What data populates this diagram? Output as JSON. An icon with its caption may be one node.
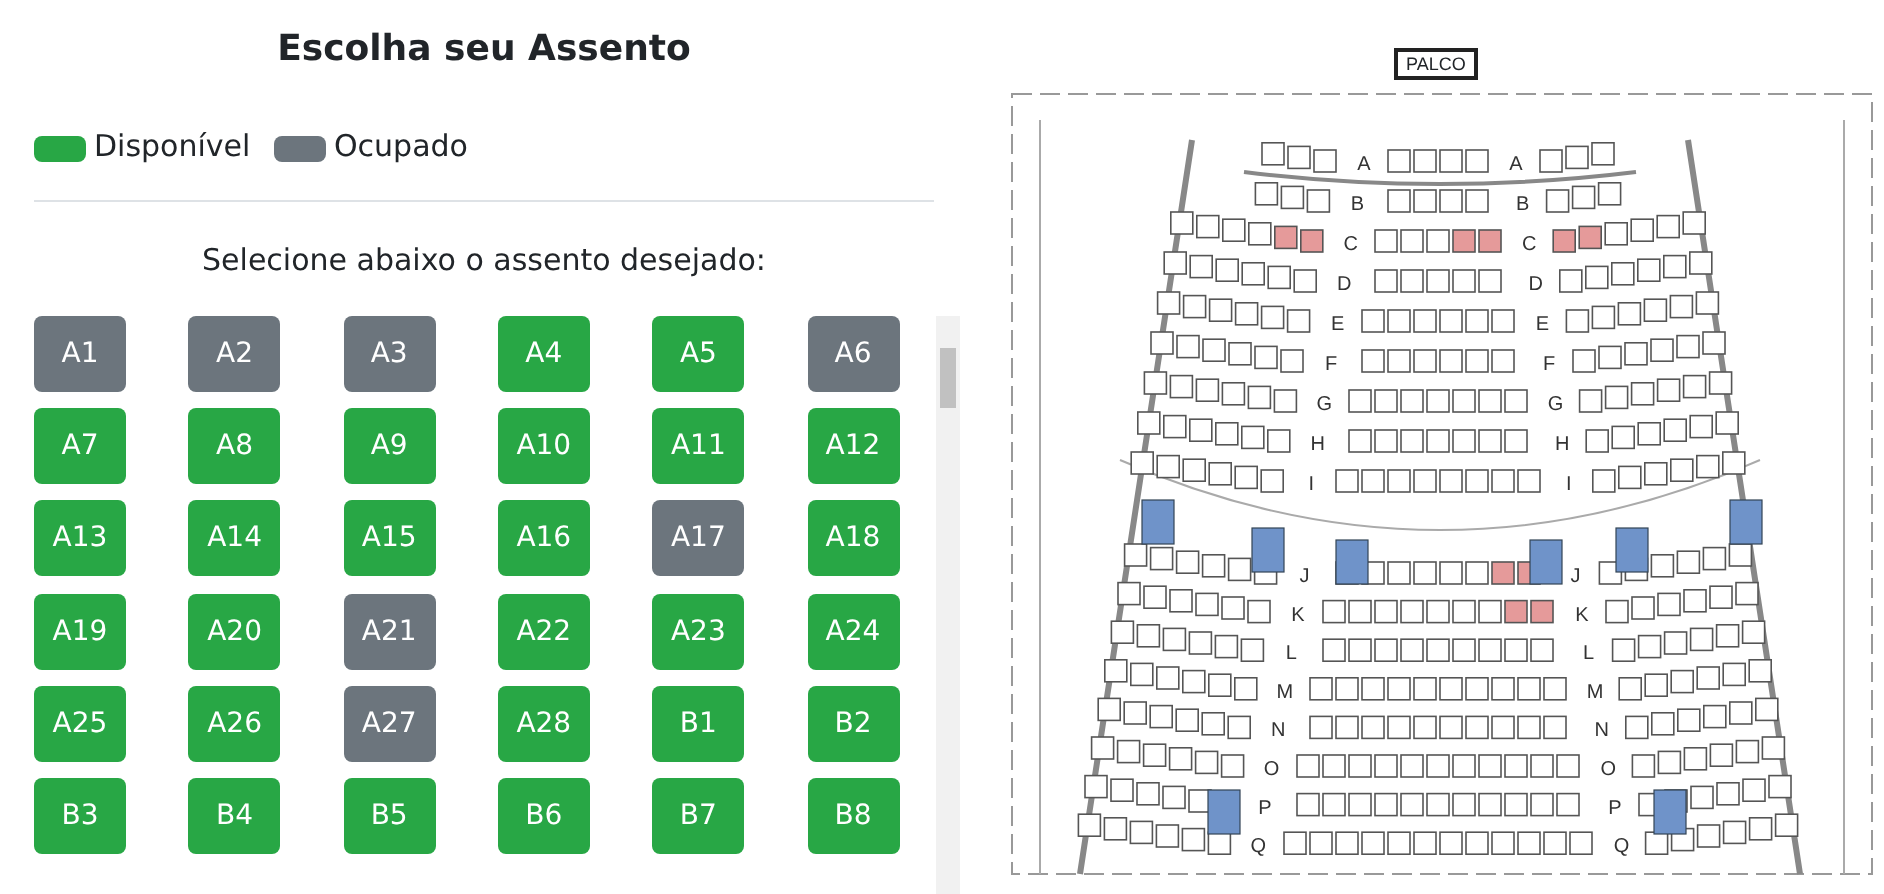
{
  "diagram": {
    "title": "Escolha seu Assento",
    "nodes": [
      {
        "text": [
          "A1"
        ]
      },
      {
        "text": [
          "A2"
        ]
      },
      {
        "text": [
          "A3"
        ]
      },
      {
        "text": [
          "A4"
        ]
      },
      {
        "text": [
          "A5"
        ]
      },
      {
        "text": [
          "A6"
        ]
      },
      {
        "text": [
          "A7"
        ]
      },
      {
        "text": [
          "A8"
        ]
      },
      {
        "text": [
          "A9"
        ]
      },
      {
        "text": [
          "A10"
        ]
      },
      {
        "text": [
          "A11"
        ]
      },
      {
        "text": [
          "A12"
        ]
      },
      {
        "text": [
          "A13"
        ]
      },
      {
        "text": [
          "A14"
        ]
      },
      {
        "text": [
          "A15"
        ]
      },
      {
        "text": [
          "A16"
        ]
      },
      {
        "text": [
          "A17"
        ]
      },
      {
        "text": [
          "A18"
        ]
      },
      {
        "text": [
          "A19"
        ]
      },
      {
        "text": [
          "A20"
        ]
      },
      {
        "text": [
          "A21"
        ]
      },
      {
        "text": [
          "A22"
        ]
      },
      {
        "text": [
          "A23"
        ]
      },
      {
        "text": [
          "A24"
        ]
      },
      {
        "text": [
          "A25"
        ]
      },
      {
        "text": [
          "A26"
        ]
      },
      {
        "text": [
          "A27"
        ]
      },
      {
        "text": [
          "A28"
        ]
      },
      {
        "text": [
          "B1"
        ]
      },
      {
        "text": [
          "B2"
        ]
      },
      {
        "text": [
          "B3"
        ]
      },
      {
        "text": [
          "B4"
        ]
      },
      {
        "text": [
          "B5"
        ]
      },
      {
        "text": [
          "B6"
        ]
      },
      {
        "text": [
          "B7"
        ]
      },
      {
        "text": [
          "B8"
        ]
      },
      {
        "text": [],
        "shape": "picture"
      }
    ],
    "labels": [
      "Selecione abaixo o assento desejado:",
      "PALCO",
      "A",
      "A",
      "B",
      "B",
      "C",
      "C",
      "D",
      "D",
      "E",
      "E",
      "F",
      "F",
      "G",
      "G",
      "H",
      "H",
      "I",
      "I",
      "J",
      "J",
      "K",
      "K",
      "L",
      "L",
      "M",
      "M",
      "N",
      "N",
      "O",
      "O",
      "P",
      "P",
      "Q",
      "Q"
    ],
    "legend": [
      {
        "text": "Disponível",
        "color": "#28a745"
      },
      {
        "text": "Ocupado",
        "color": "#6c757d"
      }
    ]
  }
}
